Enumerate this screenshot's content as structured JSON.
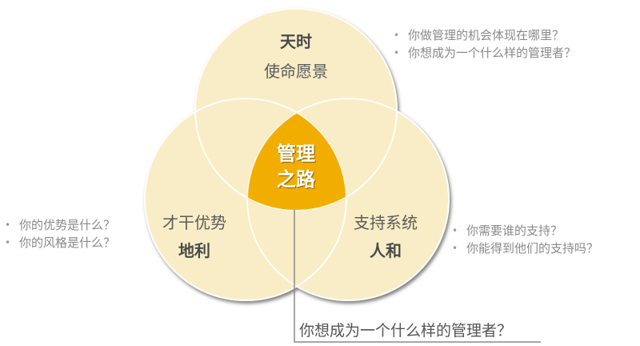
{
  "diagram": {
    "type": "venn",
    "colors": {
      "circle_fill": "#F8EDC6",
      "circle_stroke": "#FFFFFF",
      "center_fill": "#F2AE00",
      "shadow": "#6b6b6b",
      "connector": "#8a8a8a"
    },
    "center": {
      "line1": "管理",
      "line2": "之路"
    },
    "circles": {
      "top": {
        "title": "天时",
        "subtitle": "使命愿景"
      },
      "left": {
        "subtitle": "才干优势",
        "title": "地利"
      },
      "right": {
        "subtitle": "支持系统",
        "title": "人和"
      }
    },
    "questions": {
      "top": [
        "你做管理的机会体现在哪里？",
        "你想成为一个什么样的管理者？"
      ],
      "left": [
        "你的优势是什么？",
        "你的风格是什么？"
      ],
      "right": [
        "你需要谁的支持？",
        "你能得到他们的支持吗？"
      ]
    },
    "callout": "你想成为一个什么样的管理者？"
  }
}
